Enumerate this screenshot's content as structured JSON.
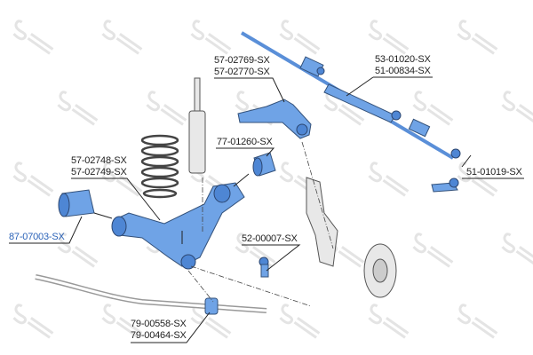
{
  "watermark": "STELLOX",
  "labels": {
    "upper_arm": [
      "57-02769-SX",
      "57-02770-SX"
    ],
    "tie_rod": [
      "53-01020-SX",
      "51-00834-SX"
    ],
    "upper_bushing": "77-01260-SX",
    "lower_arm": [
      "57-02748-SX",
      "57-02749-SX"
    ],
    "tie_rod_end": "51-01019-SX",
    "lower_bushing": "87-07003-SX",
    "ball_joint": "52-00007-SX",
    "stabilizer_bushing": [
      "79-00558-SX",
      "79-00464-SX"
    ]
  },
  "colors": {
    "part": "#6fa3e6",
    "highlight_label": "#2a62b8"
  }
}
